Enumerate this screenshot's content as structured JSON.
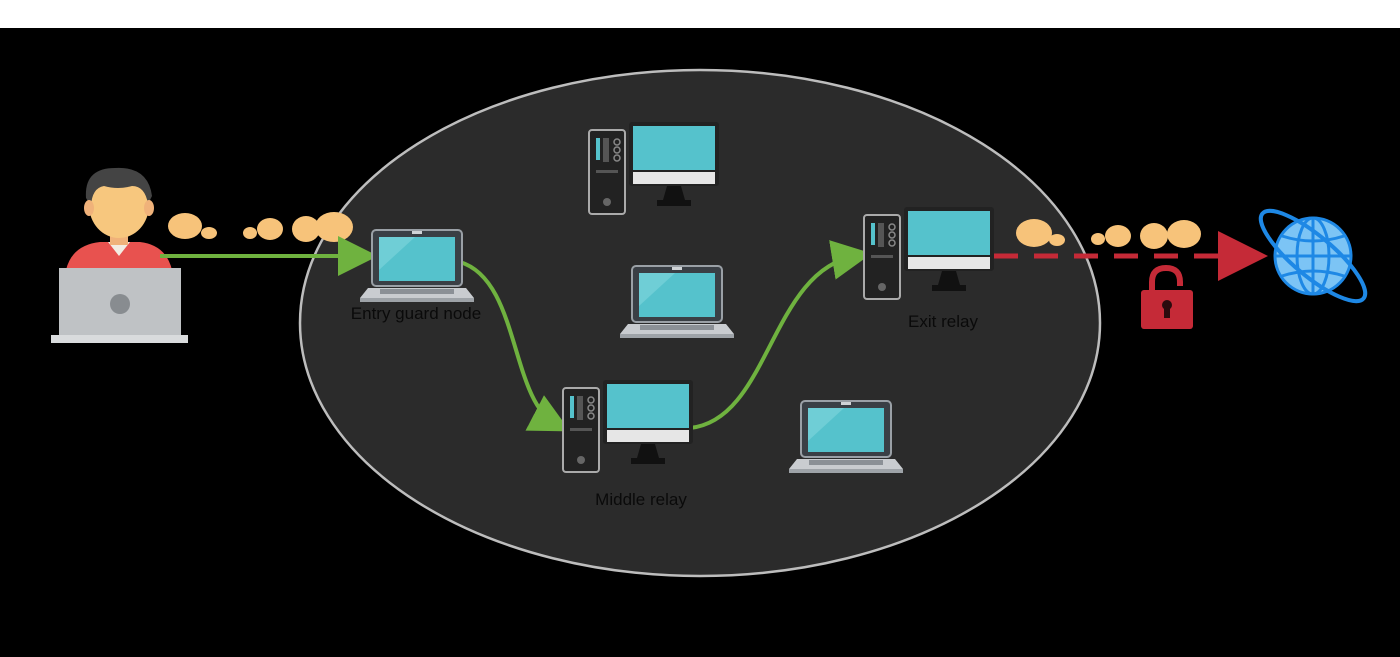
{
  "diagram": {
    "title": "Tor network circuit",
    "labels": {
      "entry": "Entry guard node",
      "middle": "Middle relay",
      "exit": "Exit relay"
    },
    "colors": {
      "background": "#000000",
      "top_band": "#ffffff",
      "network_fill": "#2b2b2b",
      "network_stroke": "#bdbdbd",
      "encrypted_path": "#6fb23f",
      "unencrypted_path": "#c52a37",
      "packet": "#f7c37a",
      "screen": "#55c2cc",
      "globe": "#1e88e5",
      "user_shirt": "#e8524f",
      "lock": "#c52a37"
    },
    "icons": [
      "user-icon",
      "laptop-icon",
      "desktop-icon",
      "globe-icon",
      "padlock-open-icon"
    ]
  }
}
